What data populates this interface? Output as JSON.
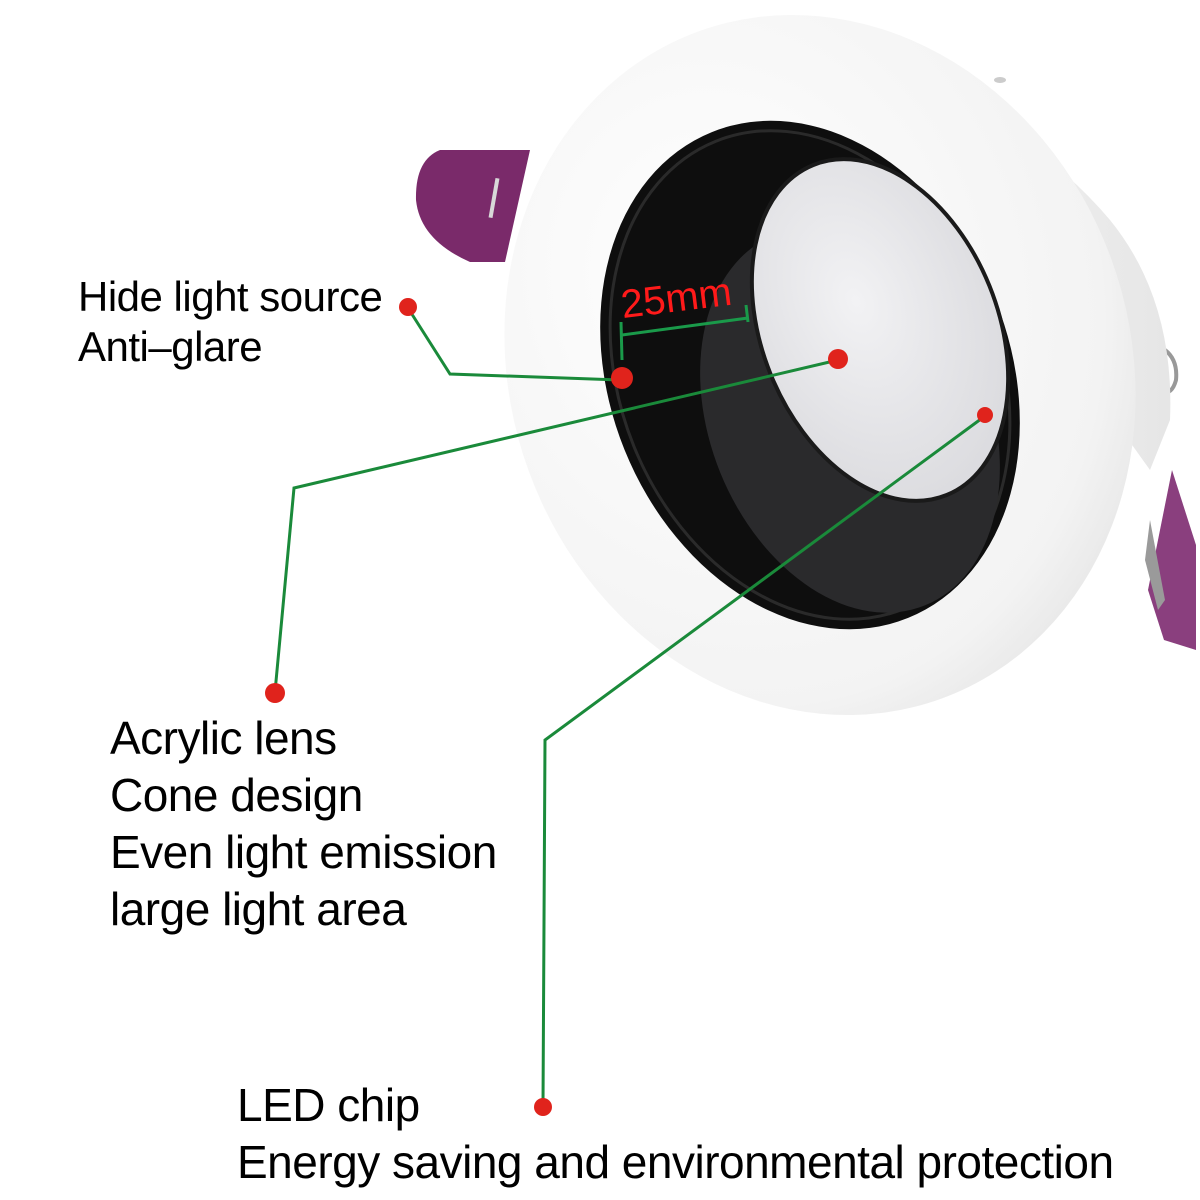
{
  "colors": {
    "background": "#ffffff",
    "leader_line": "#1a8a3a",
    "callout_dot": "#e0231c",
    "dimension_text": "#ff1a1a",
    "trim_white": "#f4f4f4",
    "reflector_black": "#0e0e0e",
    "lens": "#e6e6e8",
    "spring_clip": "#7a2a6a"
  },
  "dimension": {
    "label": "25mm"
  },
  "callouts": [
    {
      "id": "anti-glare",
      "lines": [
        "Hide light source",
        "Anti–glare"
      ]
    },
    {
      "id": "acrylic-lens",
      "lines": [
        "Acrylic lens",
        "Cone design",
        "Even light emission",
        "large light area"
      ]
    },
    {
      "id": "led-chip",
      "lines": [
        "LED chip",
        "Energy saving and environmental protection"
      ]
    }
  ]
}
